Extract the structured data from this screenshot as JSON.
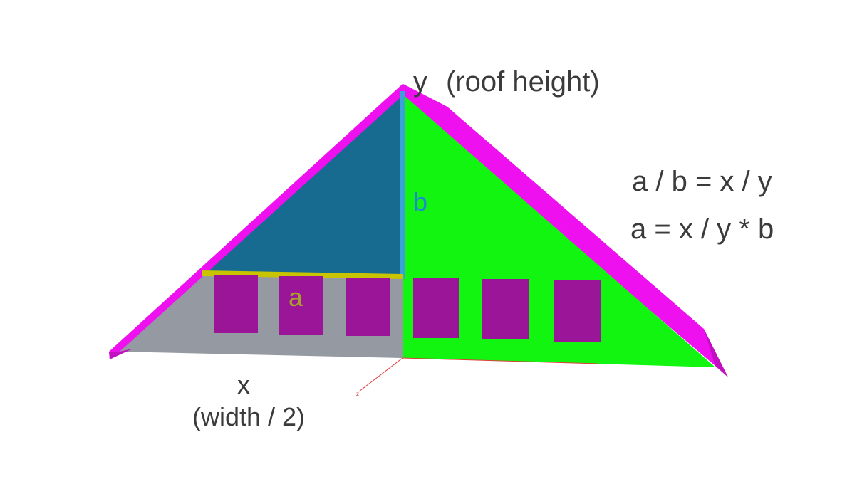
{
  "labels": {
    "y": "y",
    "y_note": "(roof height)",
    "b": "b",
    "a": "a",
    "x": "x",
    "x_note": "(width / 2)",
    "axis_z": "z"
  },
  "equations": {
    "line1": "a / b = x / y",
    "line2": "a = x / y * b"
  },
  "colors": {
    "roof_trim": "#ee10ee",
    "roof_trim_dark": "#c20fc2",
    "green_face": "#11f511",
    "blue_face": "#176b90",
    "gray_face": "#9599a1",
    "window": "#9b1599",
    "a_bar": "#c9c400",
    "a_text": "#a8a02a",
    "b_bar": "#3aa2d8",
    "b_text": "#1b8ad2",
    "text": "#3b3b3b",
    "axis": "#e03a3a"
  }
}
